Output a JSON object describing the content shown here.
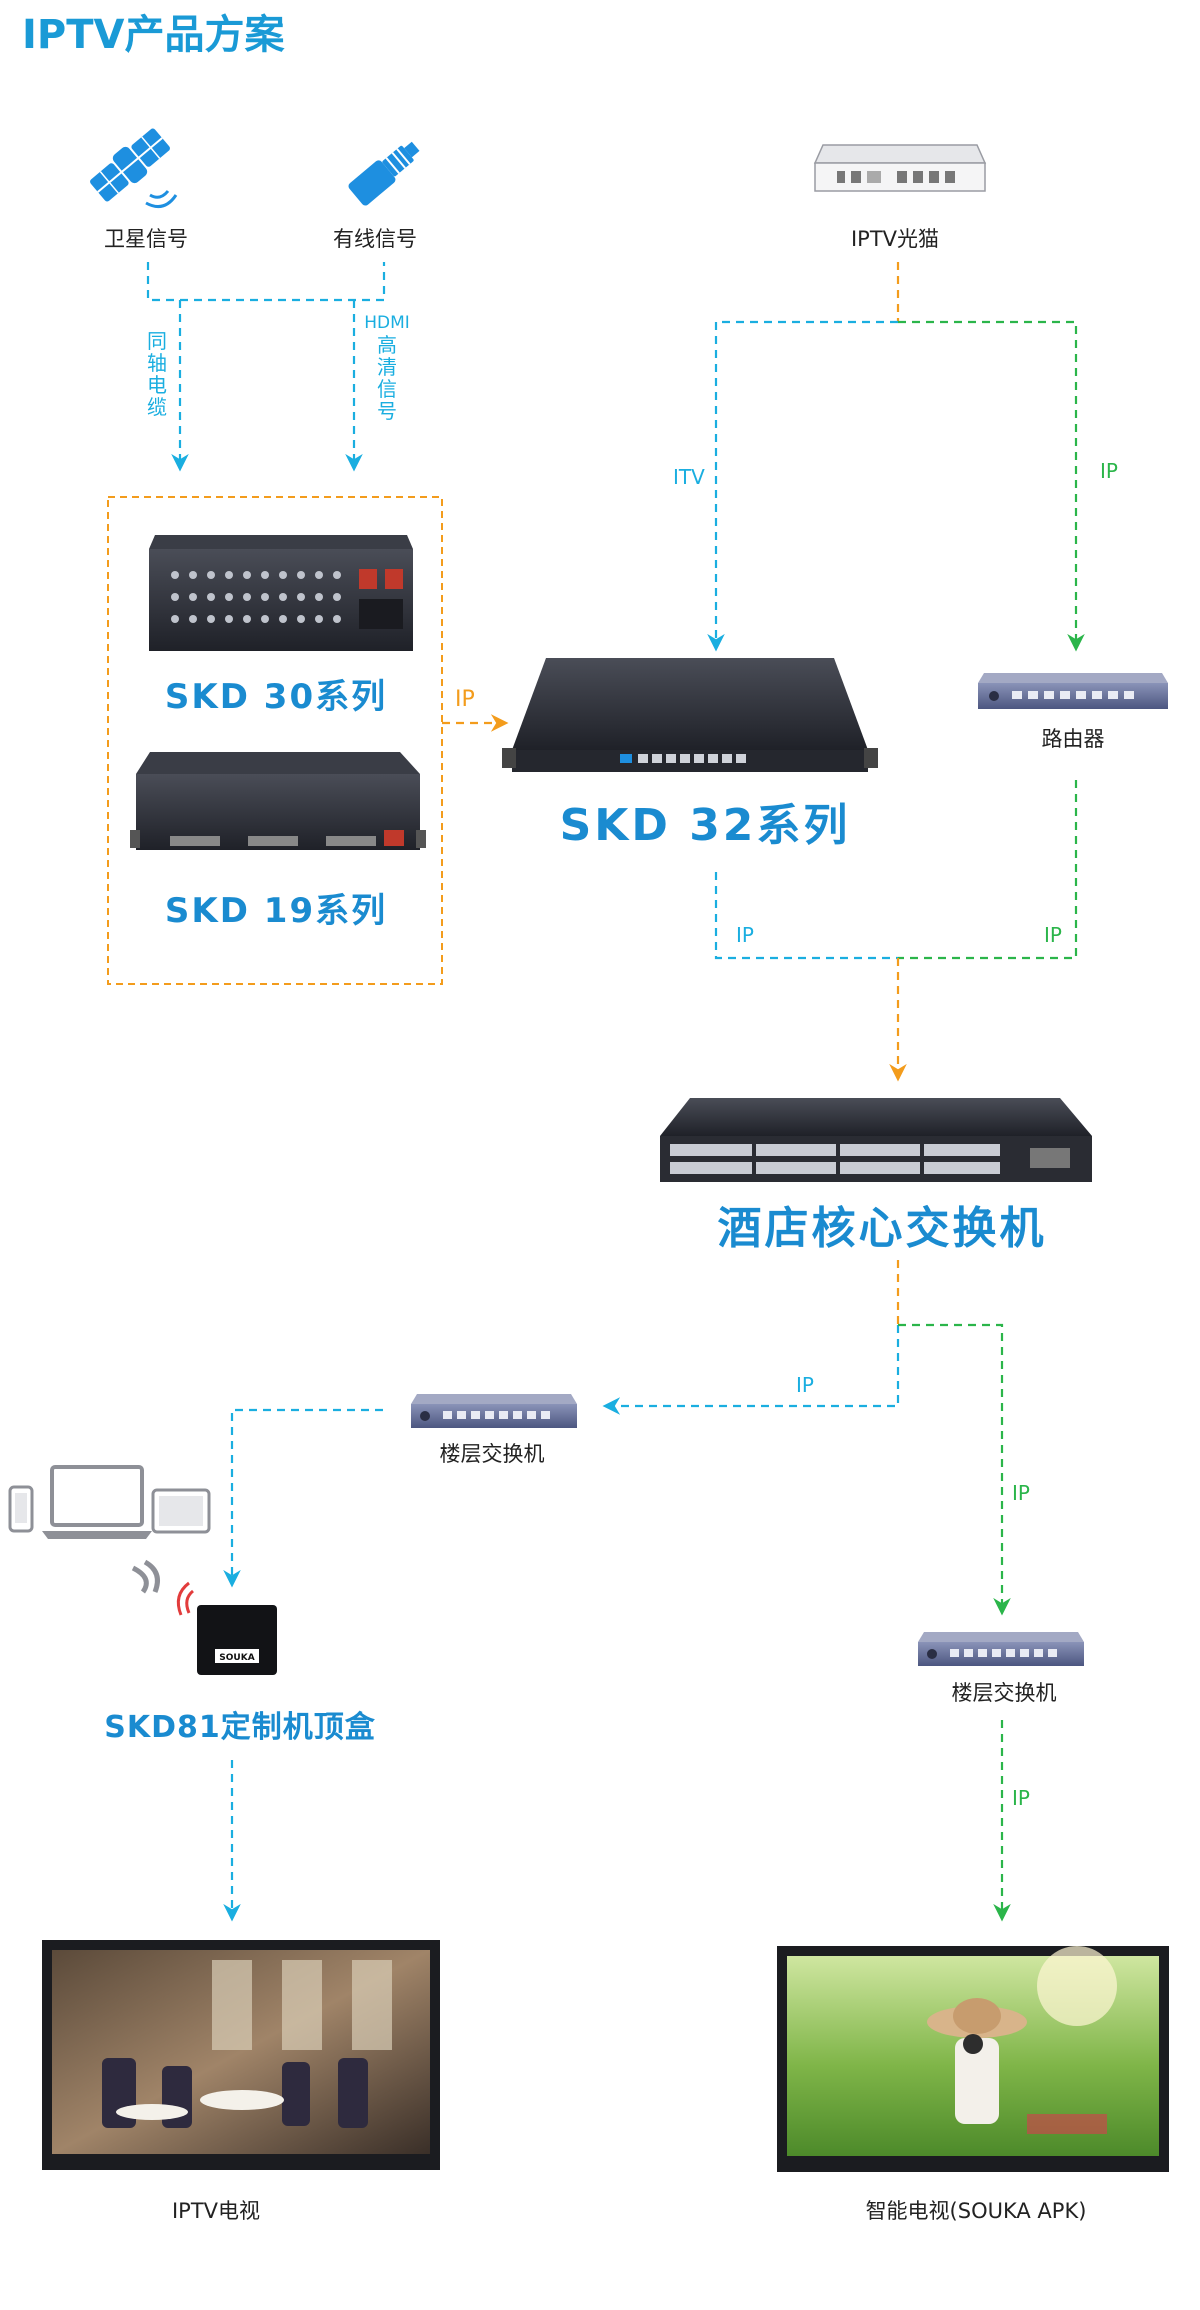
{
  "title": "IPTV产品方案",
  "sources": {
    "satellite": "卫星信号",
    "cable": "有线信号"
  },
  "source_links": {
    "coax": [
      "同",
      "轴",
      "电",
      "缆"
    ],
    "hdmi_head": "HDMI",
    "hdmi": [
      "高",
      "清",
      "信",
      "号"
    ]
  },
  "devices": {
    "optical_modem": "IPTV光猫",
    "skd30": "SKD 30系列",
    "skd19": "SKD 19系列",
    "skd32": "SKD 32系列",
    "router": "路由器",
    "core_switch": "酒店核心交换机",
    "floor_switch_left": "楼层交换机",
    "floor_switch_right": "楼层交换机",
    "stb": "SKD81定制机顶盒",
    "iptv_tv": "IPTV电视",
    "smart_tv": "智能电视(SOUKA APK)"
  },
  "edge_labels": {
    "itv": "ITV",
    "ip_router_in": "IP",
    "ip_encoder_out": "IP",
    "ip_skd32_out": "IP",
    "ip_router_out": "IP",
    "ip_to_floor_left": "IP",
    "ip_to_floor_right": "IP",
    "ip_to_smart_tv": "IP"
  },
  "stb_badge": "SOUKA",
  "colors": {
    "title": "#1a9ad6",
    "cyan_link": "#1aaee0",
    "green_link": "#2bb54a",
    "orange_link": "#f39c1c",
    "device_blue": "#1a8bd0",
    "icon_blue": "#1e8fe0"
  },
  "icons": [
    "satellite-icon",
    "cable-icon",
    "laptop-icon",
    "phone-icon",
    "tablet-icon",
    "wifi-icon"
  ]
}
